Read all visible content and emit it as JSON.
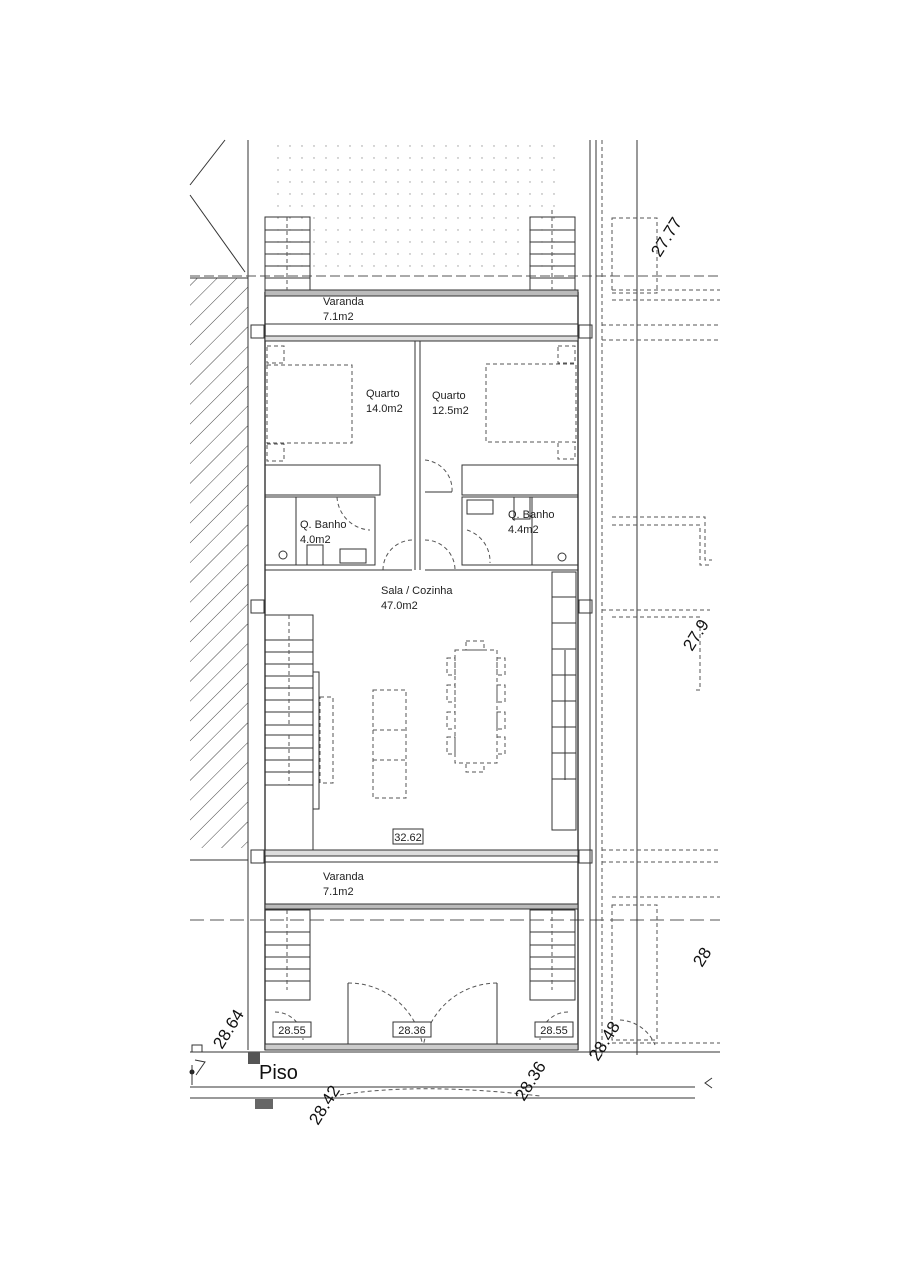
{
  "rooms": {
    "varanda_top": {
      "name": "Varanda",
      "area": "7.1m2"
    },
    "quarto_left": {
      "name": "Quarto",
      "area": "14.0m2"
    },
    "quarto_right": {
      "name": "Quarto",
      "area": "12.5m2"
    },
    "banho_left": {
      "name": "Q. Banho",
      "area": "4.0m2"
    },
    "banho_right": {
      "name": "Q. Banho",
      "area": "4.4m2"
    },
    "sala": {
      "name": "Sala / Cozinha",
      "area": "47.0m2"
    },
    "varanda_bottom": {
      "name": "Varanda",
      "area": "7.1m2"
    }
  },
  "level_boxes": {
    "sala": "32.62",
    "entry_left": "28.55",
    "entry_center": "28.36",
    "entry_right": "28.55"
  },
  "elevations": {
    "top_right": "27.77",
    "mid_right": "27.9",
    "lower_right": "28",
    "bottom_left": "28.64",
    "bottom_piso": "28.42",
    "bottom_mid": "28.36",
    "bottom_right": "28.48"
  },
  "piso_label": "Piso",
  "colors": {
    "line": "#333333",
    "background": "#ffffff"
  }
}
